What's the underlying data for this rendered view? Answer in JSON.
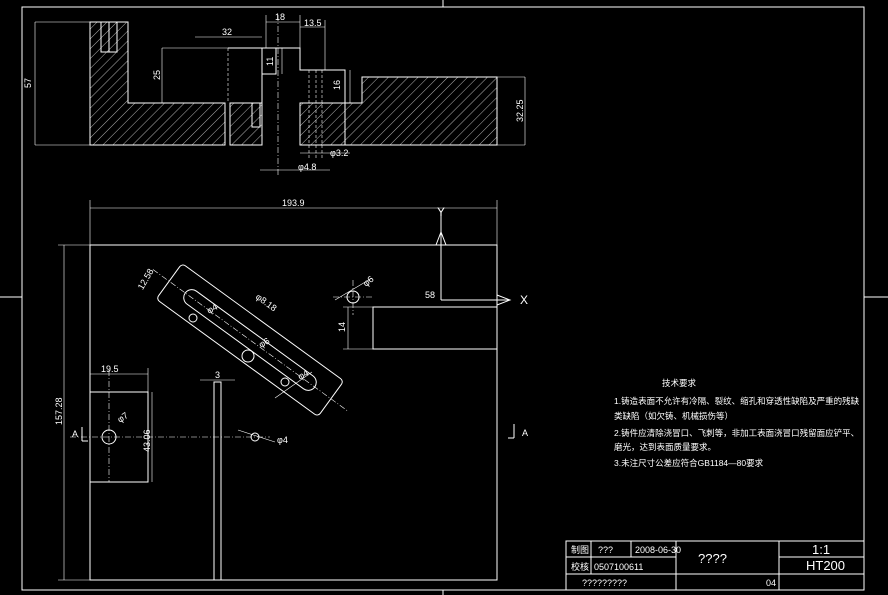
{
  "drawing": {
    "dims": {
      "d18": "18",
      "d13_5": "13.5",
      "d32": "32",
      "d57": "57",
      "d25": "25",
      "d11": "11",
      "d16": "16",
      "d32_25": "32.25",
      "phi3_2": "φ3.2",
      "phi4_8": "φ4.8",
      "d193_9": "193.9",
      "d12_58": "12.58",
      "phi8_18": "φ8.18",
      "phi6_top": "φ6",
      "phi4_a": "φ4",
      "phi6_mid": "φ6",
      "phi4_b": "φ4",
      "d58": "58",
      "d14": "14",
      "d19_5": "19.5",
      "d3": "3",
      "phi7": "φ7",
      "d43_06": "43.06",
      "phi4_c": "φ4",
      "d157_28": "157.28"
    },
    "axes": {
      "y_label": "Y",
      "x_label": "X"
    },
    "section": {
      "left": "A",
      "right": "A"
    }
  },
  "notes": {
    "title": "技术要求",
    "lines": [
      "1.铸造表面不允许有冷隔、裂纹、缩孔和穿透性缺陷及严重的残缺",
      "类缺陷（如欠铸、机械损伤等）",
      "2.铸件应清除浇冒口、飞刺等，非加工表面浇冒口残留面应铲平、",
      "磨光，达到表面质量要求。",
      "3.未注尺寸公差应符合GB1184—80要求"
    ]
  },
  "title_block": {
    "drawn_label": "制图",
    "drawn_name": "???",
    "date": "2008-06-30",
    "check_label": "校核",
    "check_name": "0507100611",
    "school": "?????????",
    "part_name": "????",
    "scale": "1:1",
    "material": "HT200",
    "sheet": "04"
  }
}
